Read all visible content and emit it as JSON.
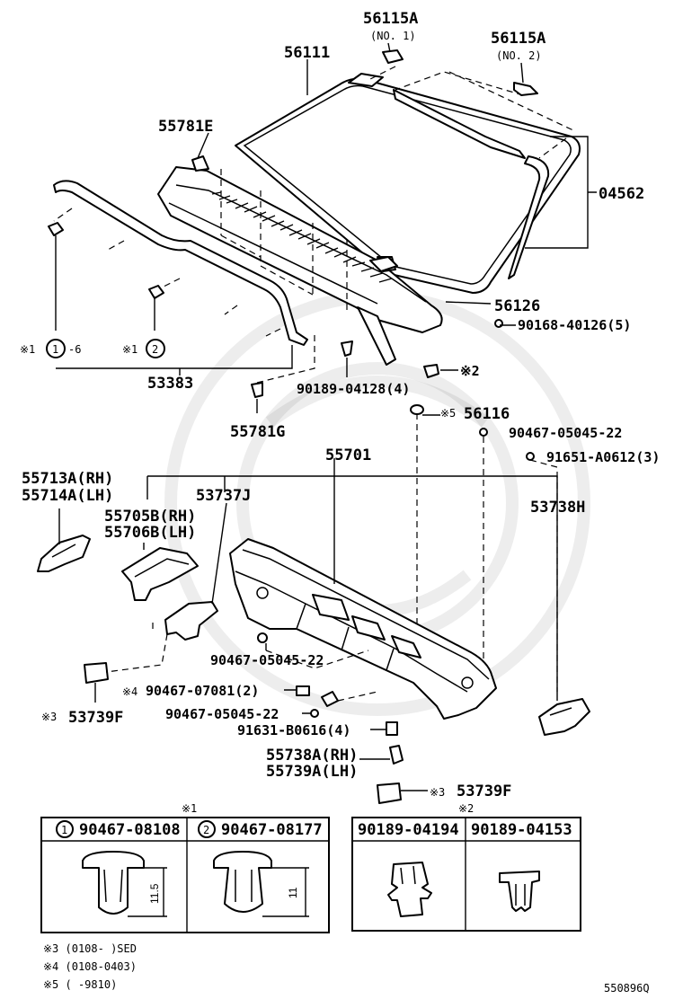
{
  "labels": {
    "p56115a_1": "56115A",
    "p56115a_1_sub": "(NO. 1)",
    "p56115a_2": "56115A",
    "p56115a_2_sub": "(NO. 2)",
    "p56111": "56111",
    "p55781e": "55781E",
    "p04562": "04562",
    "p56126": "56126",
    "p90168": "90168-40126(5)",
    "p90189_04128": "90189-04128(4)",
    "note2_mark": "※2",
    "note1_a": "※1",
    "note1_a_tail": "-6",
    "note1_b": "※1",
    "p53383": "53383",
    "p55781g": "55781G",
    "note5_mark": "※5",
    "p56116": "56116",
    "p90467_a": "90467-05045-22",
    "p91651": "91651-A0612(3)",
    "p55701": "55701",
    "p55713a": "55713A(RH)",
    "p55714a": "55714A(LH)",
    "p53737j": "53737J",
    "p55705b": "55705B(RH)",
    "p55706b": "55706B(LH)",
    "p53738h": "53738H",
    "p90467_b": "90467-05045-22",
    "note4_mark": "※4",
    "p90467_07081": "90467-07081(2)",
    "note3_mark": "※3",
    "p53739f_l": "53739F",
    "p90467_c": "90467-05045-22",
    "p91631": "91631-B0616(4)",
    "p55738a": "55738A(RH)",
    "p55739a": "55739A(LH)",
    "note3_mark_b": "※3",
    "p53739f_r": "53739F"
  },
  "circles": {
    "c1": "1",
    "c2": "2",
    "t1c": "1",
    "t2c": "2"
  },
  "table1": {
    "title": "※1",
    "cols": [
      {
        "circle": "1",
        "part": "90467-08108",
        "dim": "11.5"
      },
      {
        "circle": "2",
        "part": "90467-08177",
        "dim": "11"
      }
    ]
  },
  "table2": {
    "title": "※2",
    "cols": [
      {
        "part": "90189-04194"
      },
      {
        "part": "90189-04153"
      }
    ]
  },
  "footnotes": [
    "※3 (0108-    )SED",
    "※4 (0108-0403)",
    "※5 (     -9810)"
  ],
  "diagram_code": "550896Q"
}
